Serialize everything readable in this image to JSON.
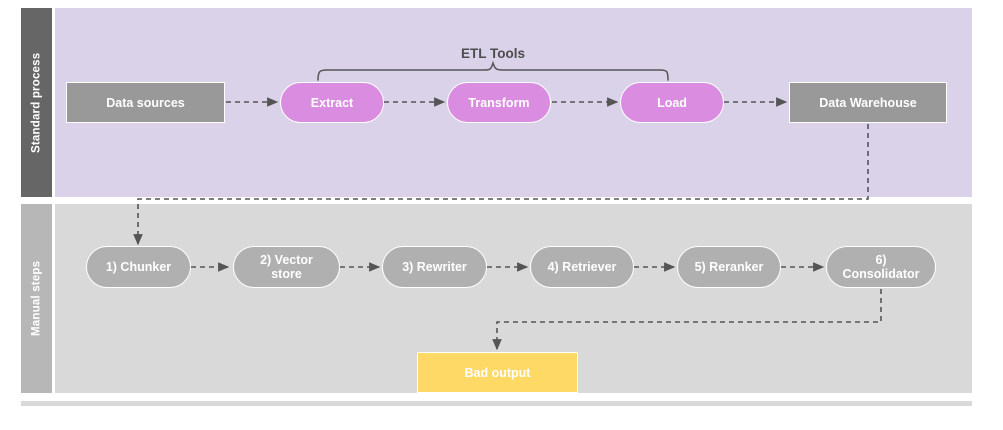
{
  "diagram": {
    "title_brace": "ETL Tools",
    "colors": {
      "top_panel_bg": "#d9d2e9",
      "bottom_panel_bg": "#d9d9d9",
      "lane_top_bg": "#666666",
      "lane_bottom_bg": "#b7b7b7",
      "gray_node": "#999999",
      "gray_node_lower": "#b0b0b0",
      "magenta_node": "#d98ce0",
      "yellow_node": "#ffd966",
      "edge": "#555555",
      "node_text": "#ffffff",
      "brace_text": "#4d4d4d",
      "footer_line": "#d9d9d9"
    },
    "lanes": [
      {
        "label": "Standard process"
      },
      {
        "label": "Manual steps"
      }
    ],
    "top_row": {
      "source": {
        "label": "Data sources",
        "shape": "rect",
        "color": "#999999"
      },
      "etl": [
        {
          "label": "Extract",
          "shape": "pill",
          "color": "#d98ce0"
        },
        {
          "label": "Transform",
          "shape": "pill",
          "color": "#d98ce0"
        },
        {
          "label": "Load",
          "shape": "pill",
          "color": "#d98ce0"
        }
      ],
      "sink": {
        "label": "Data Warehouse",
        "shape": "rect",
        "color": "#999999"
      }
    },
    "bottom_row": {
      "steps": [
        {
          "label": "1) Chunker",
          "shape": "pill"
        },
        {
          "label": "2) Vector\nstore",
          "line1": "2) Vector",
          "line2": "store",
          "shape": "pill"
        },
        {
          "label": "3) Rewriter",
          "shape": "pill"
        },
        {
          "label": "4) Retriever",
          "shape": "pill"
        },
        {
          "label": "5) Reranker",
          "shape": "pill"
        },
        {
          "label": "6)\nConsolidator",
          "line1": "6)",
          "line2": "Consolidator",
          "shape": "pill"
        }
      ],
      "output": {
        "label": "Bad output",
        "shape": "rect",
        "color": "#ffd966"
      }
    }
  }
}
